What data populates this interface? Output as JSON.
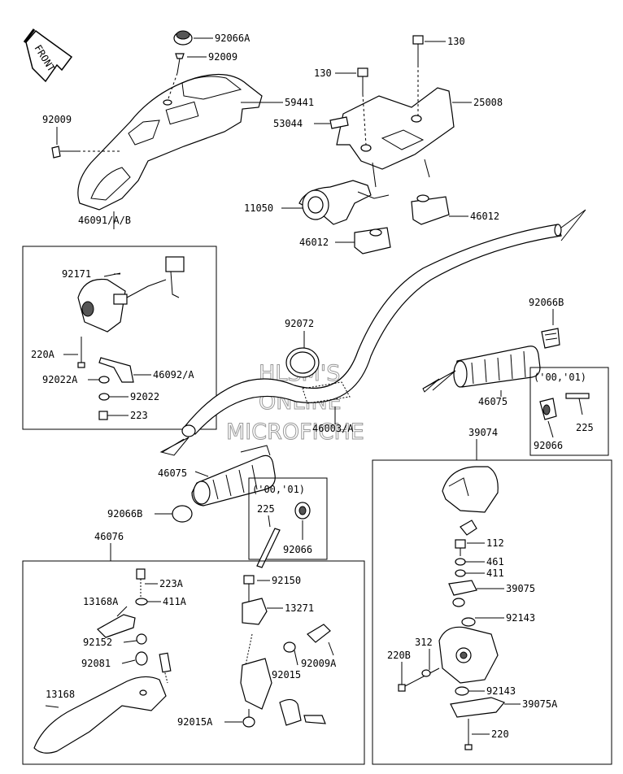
{
  "front_badge": "FRONT",
  "watermark": [
    "HLSM'S",
    "ONLINE",
    "MICROFICHE"
  ],
  "labels": {
    "p92066A": "92066A",
    "p92009_top": "92009",
    "p59441": "59441",
    "p92009_left": "92009",
    "p46091": "46091/A/B",
    "p130_right": "130",
    "p130_left": "130",
    "p25008": "25008",
    "p53044": "53044",
    "p11050": "11050",
    "p46012_right": "46012",
    "p46012_left": "46012",
    "p92171": "92171",
    "p220A": "220A",
    "p92022A": "92022A",
    "p46092A": "46092/A",
    "p92022": "92022",
    "p223": "223",
    "p92072": "92072",
    "p46003A": "46003/A",
    "p92066B_right": "92066B",
    "p46075_right": "46075",
    "p00_01_right": "('00,'01)",
    "p225_right": "225",
    "p92066_right": "92066",
    "p39074": "39074",
    "p46075_left": "46075",
    "p92066B_left": "92066B",
    "p00_01_mid": "('00,'01)",
    "p225_mid": "225",
    "p92066_mid": "92066",
    "p46076": "46076",
    "p223A": "223A",
    "p13168A": "13168A",
    "p411A": "411A",
    "p92152": "92152",
    "p92081": "92081",
    "p13168": "13168",
    "p92150": "92150",
    "p13271": "13271",
    "p92009A": "92009A",
    "p92015": "92015",
    "p92015A": "92015A",
    "p112": "112",
    "p461": "461",
    "p411": "411",
    "p39075": "39075",
    "p92143_top": "92143",
    "p312": "312",
    "p220B": "220B",
    "p92143_bot": "92143",
    "p39075A": "39075A",
    "p220": "220"
  }
}
